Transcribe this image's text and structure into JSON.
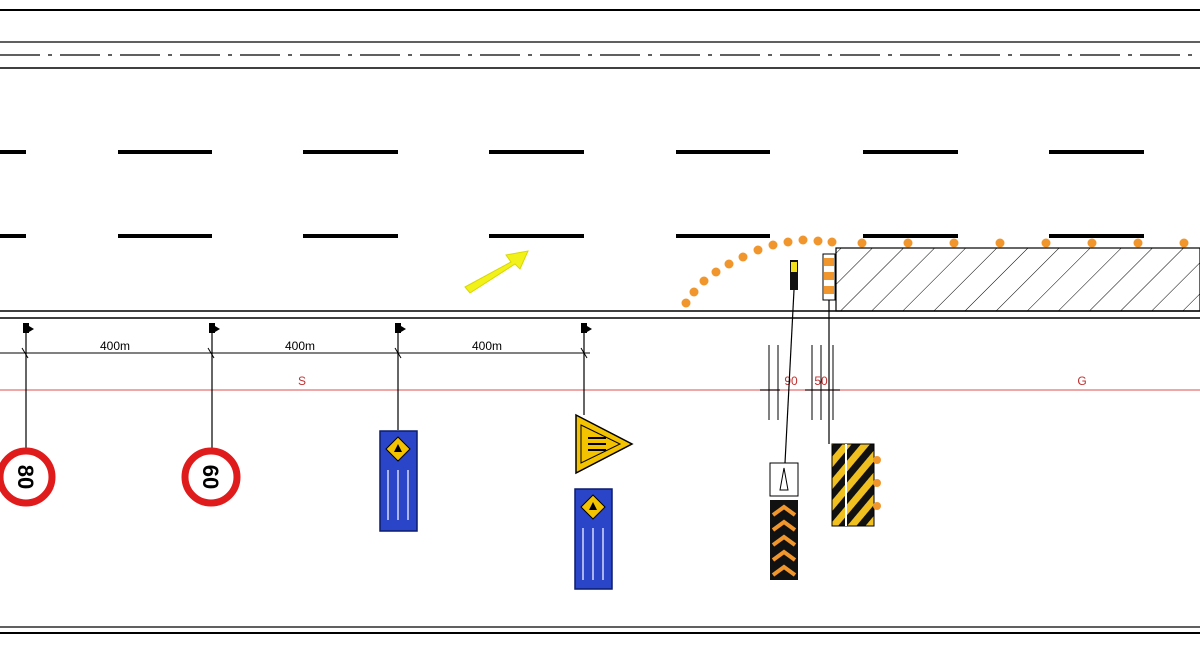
{
  "spacing_labels": [
    "400m",
    "400m",
    "400m"
  ],
  "zone_labels": [
    "S",
    "G"
  ],
  "dimension_labels": [
    "90",
    "50"
  ],
  "speed_limit_signs": [
    "80",
    "60"
  ],
  "colors": {
    "line": "#000000",
    "cone": "#f0962c",
    "arrow": "#f2f21a",
    "sign_red": "#e01b1b",
    "sign_blue": "#2a45c8",
    "sign_yellow": "#f3c200",
    "zone_line": "#e98888",
    "dim_text": "#c03030"
  },
  "icons": [
    "flag-icon",
    "speed-limit-sign-icon",
    "work-ahead-sign-icon",
    "lane-closed-warning-sign-icon",
    "traffic-cone-icon",
    "merge-arrow-icon",
    "arrow-board-icon",
    "chevron-board-icon"
  ]
}
